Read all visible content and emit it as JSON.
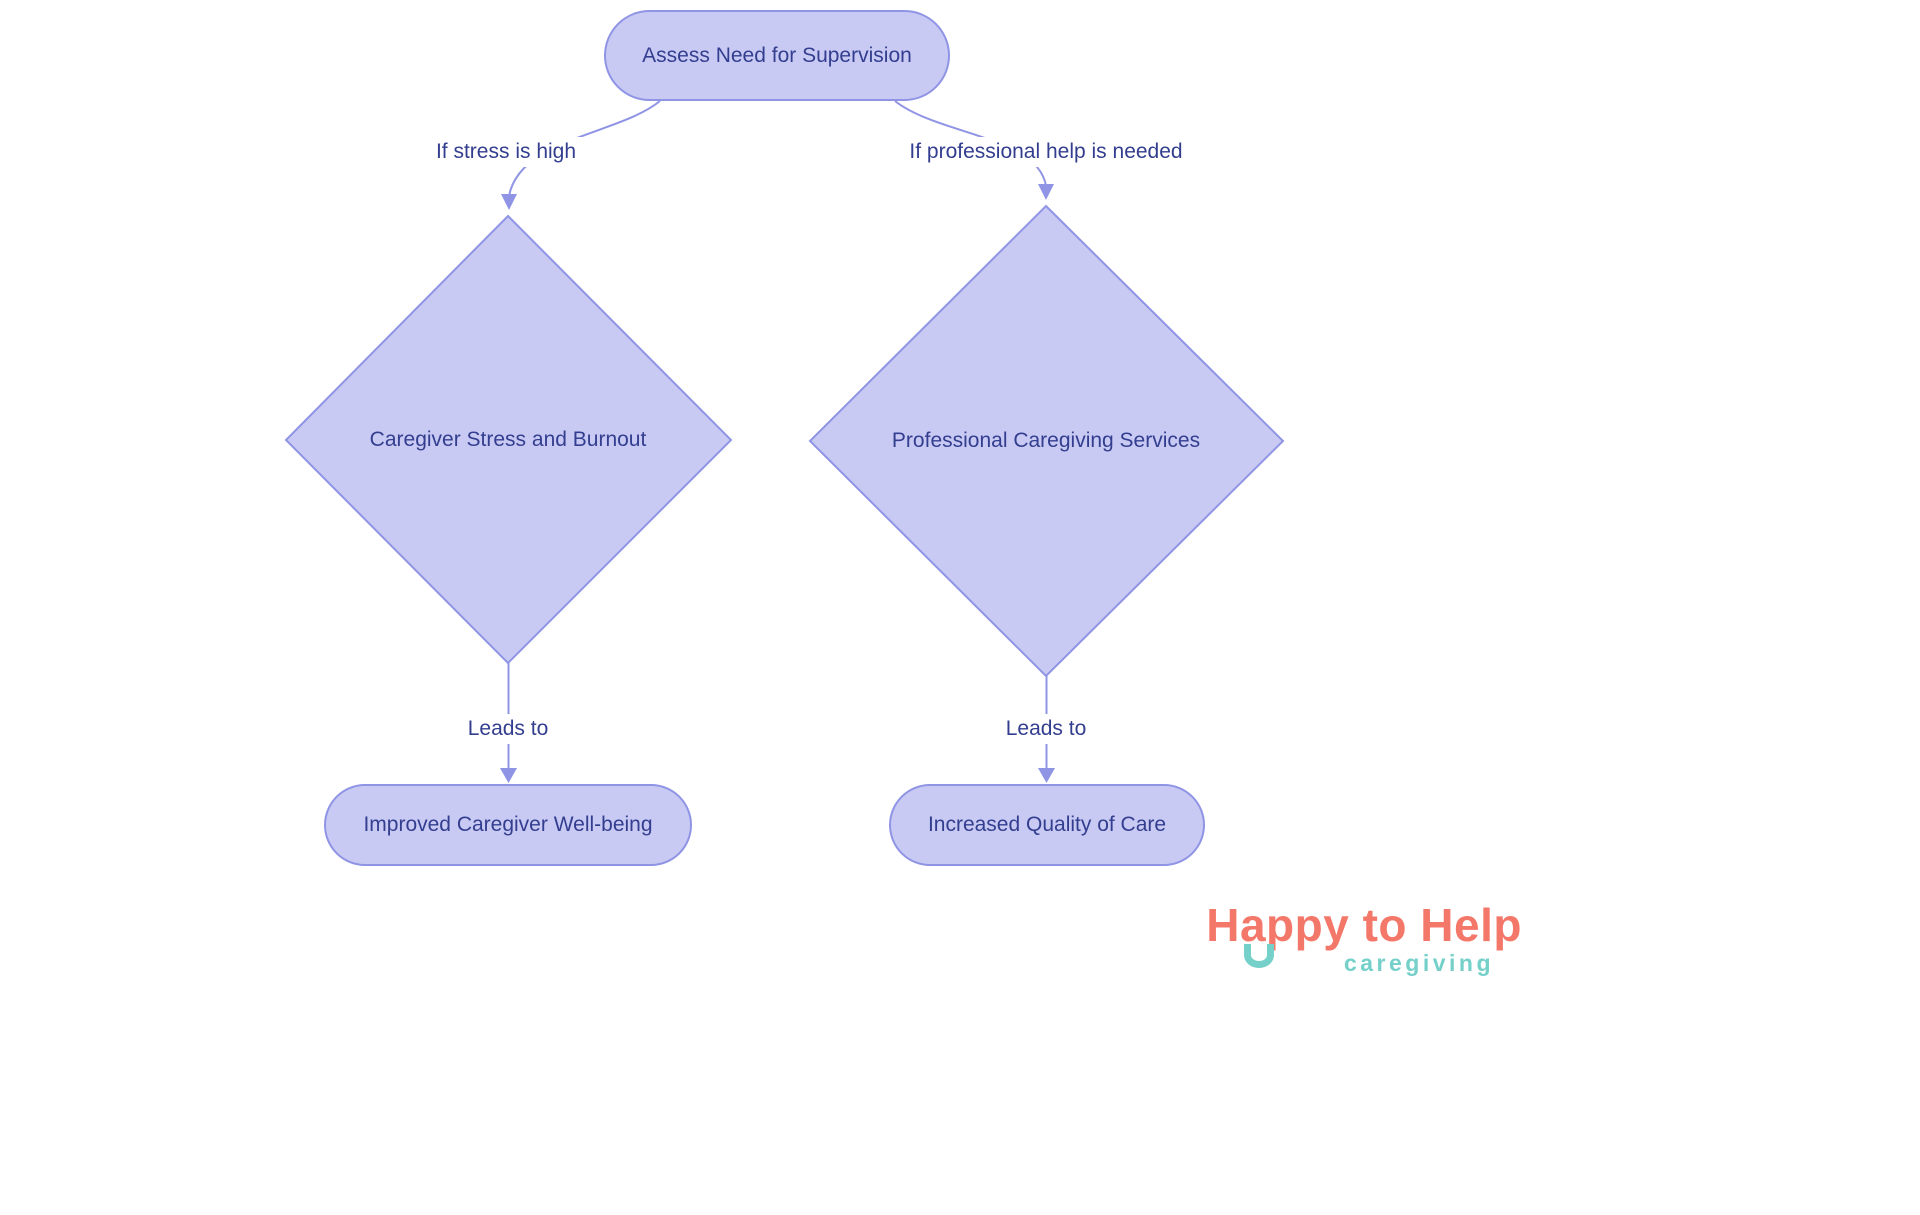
{
  "nodes": {
    "start": {
      "label": "Assess Need for Supervision"
    },
    "stress_diamond": {
      "label": "Caregiver Stress and Burnout"
    },
    "professional_diamond": {
      "label": "Professional Caregiving Services"
    },
    "wellbeing_end": {
      "label": "Improved Caregiver Well-being"
    },
    "quality_end": {
      "label": "Increased Quality of Care"
    }
  },
  "edges": {
    "stress_condition": {
      "label": "If stress is high"
    },
    "professional_condition": {
      "label": "If professional help is needed"
    },
    "stress_leads": {
      "label": "Leads to"
    },
    "professional_leads": {
      "label": "Leads to"
    }
  },
  "logo": {
    "title": "Happy to Help",
    "subtitle": "caregiving"
  },
  "colors": {
    "node_fill": "#c8caf4",
    "node_border": "#8f94e4",
    "arrow": "#8f94e4",
    "text": "#333e8f",
    "logo_primary": "#f4786a",
    "logo_secondary": "#74d0c9",
    "background": "#ffffff"
  }
}
